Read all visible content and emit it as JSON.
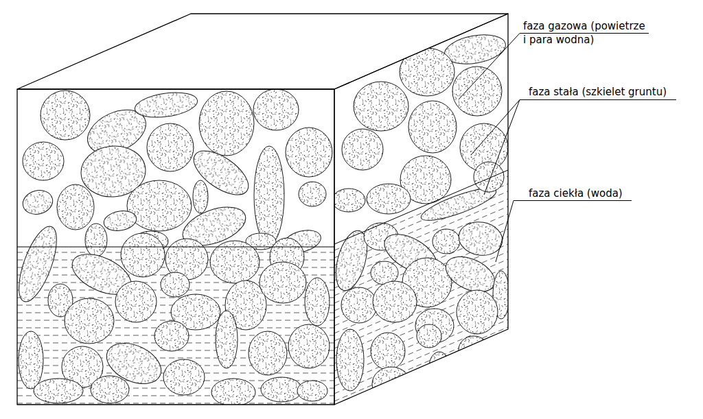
{
  "diagram": {
    "labels": [
      "faza gazowa (powietrze i para wodna)",
      "faza stała (szkielet gruntu)",
      "faza ciekła (woda)"
    ]
  }
}
